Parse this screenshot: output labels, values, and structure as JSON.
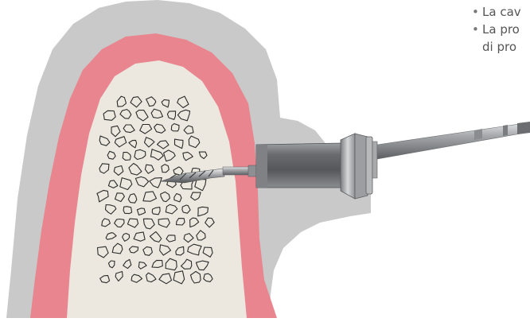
{
  "bullets": {
    "items": [
      {
        "text": "La cav"
      },
      {
        "text": "La pro",
        "continuation": "di pro"
      }
    ]
  },
  "colors": {
    "outer_tissue": "#c9c9c9",
    "gum": "#e9858e",
    "bone": "#ece8df",
    "instrument_dark": "#6d6f72",
    "instrument_light": "#c2c4c6"
  }
}
